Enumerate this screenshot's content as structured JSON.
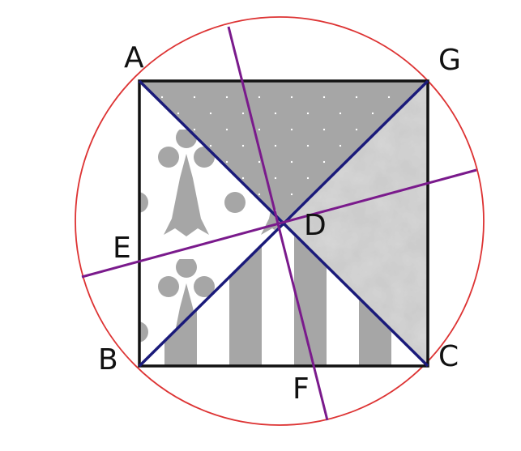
{
  "diagram": {
    "labels": {
      "A": "A",
      "B": "B",
      "C": "C",
      "D": "D",
      "E": "E",
      "F": "F",
      "G": "G"
    },
    "colors": {
      "circle": "#dd3333",
      "square": "#111111",
      "diagonal": "#1a1a7a",
      "transversal": "#7a1a8c",
      "fill_gray": "#a6a6a6",
      "fill_stone": "#cfcfcf",
      "background": "#ffffff"
    }
  }
}
